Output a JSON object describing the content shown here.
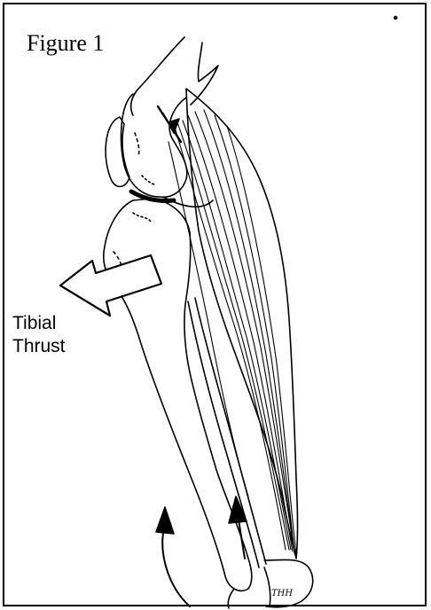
{
  "figure": {
    "title": "Figure 1",
    "thrust_label_line1": "Tibial",
    "thrust_label_line2": "Thrust",
    "signature": "THH"
  },
  "colors": {
    "ink": "#000000",
    "background": "#ffffff"
  }
}
